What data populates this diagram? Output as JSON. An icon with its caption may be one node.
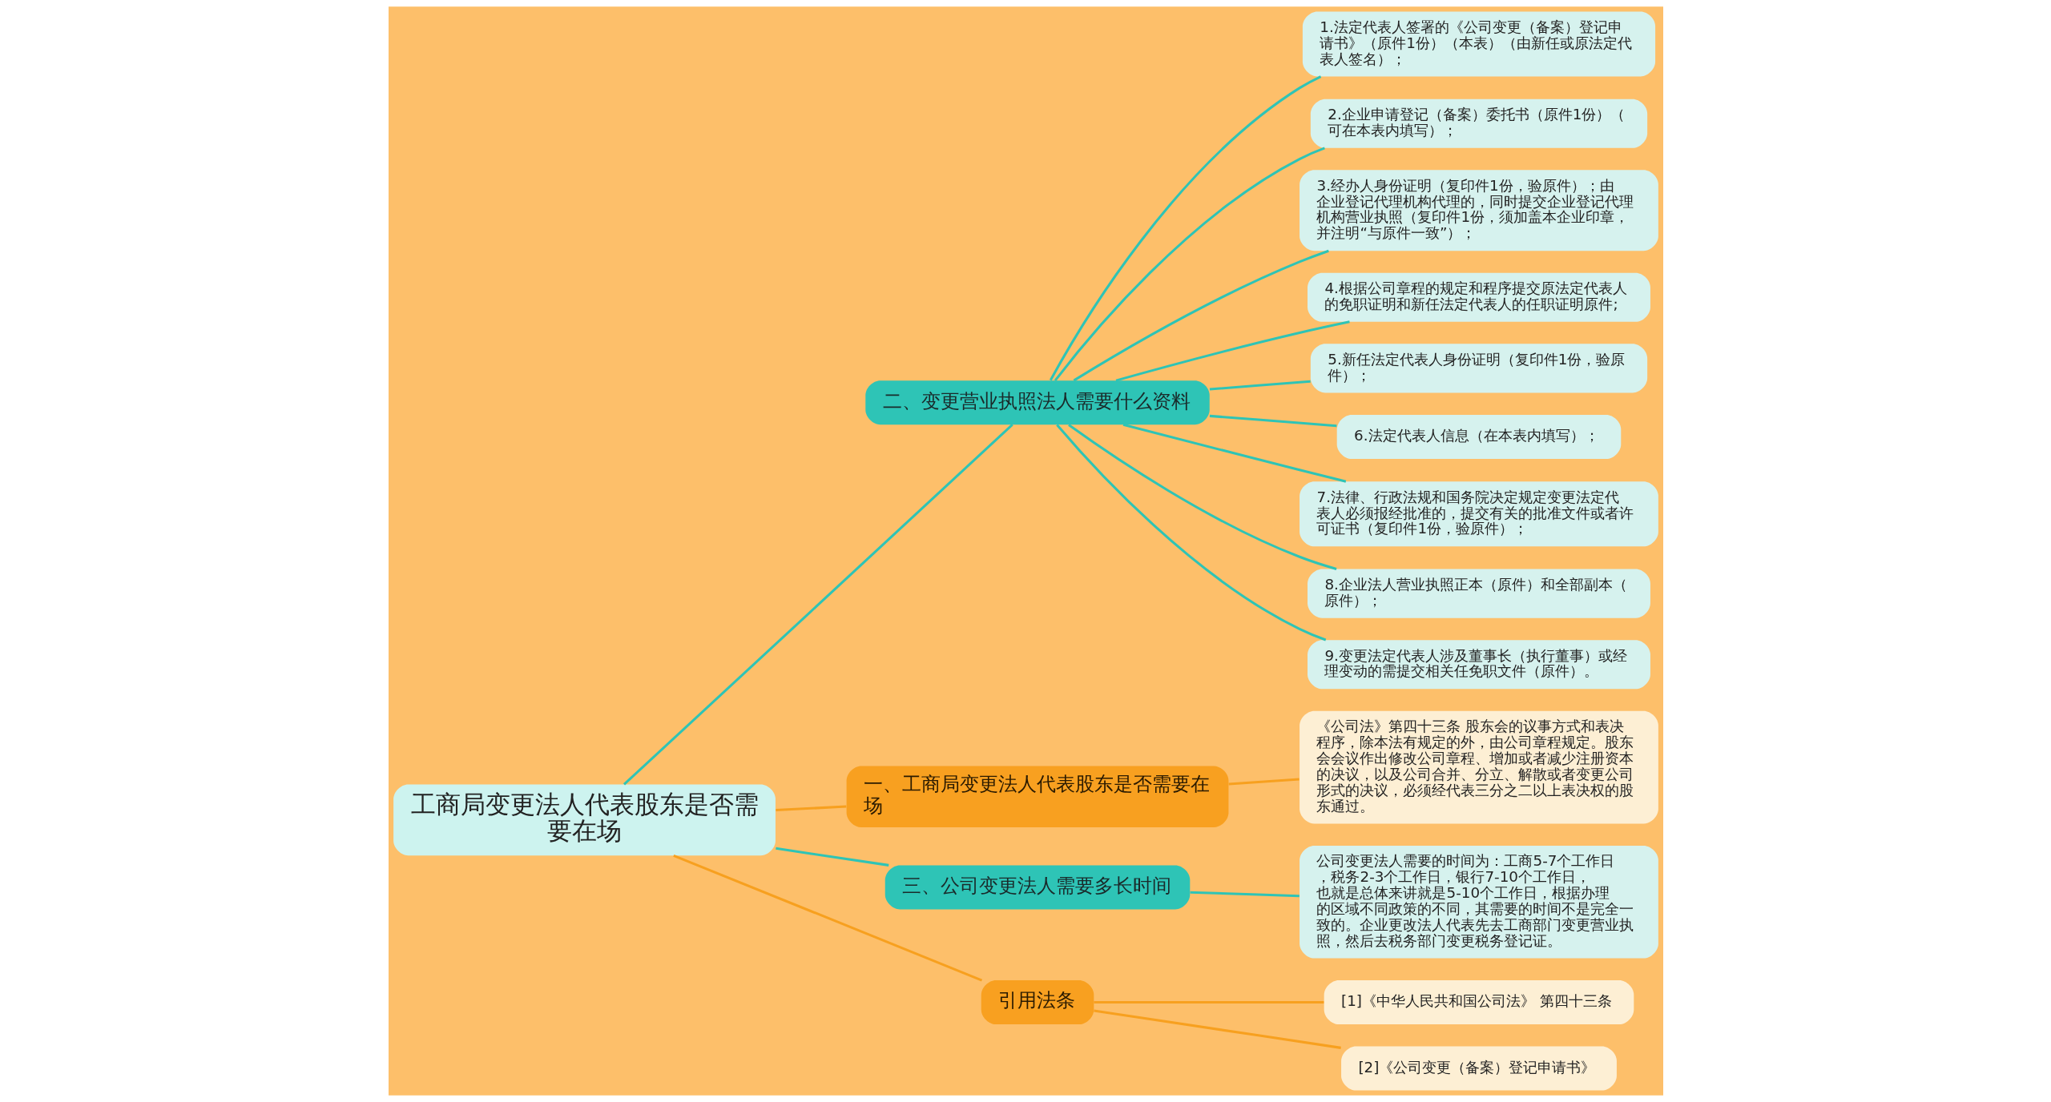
{
  "diagram": {
    "nodes": [
      {
        "text": [
          "工商局变更法人代表股东是否需要在场"
        ]
      },
      {
        "text": [
          "二、变更营业执照法人需要什么资料"
        ]
      },
      {
        "text": [
          "1.法定代表人签署的《公司变更（备案）登记申请书》（原件1份）（本表）（由新任或原法定代表人签名）；"
        ]
      },
      {
        "text": [
          "2.企业申请登记（备案）委托书（原件1份）（可在本表内填写）；"
        ]
      },
      {
        "text": [
          "3.经办人身份证明（复印件1份，验原件）；由企业登记代理机构代理的，同时提交企业登记代理机构营业执照（复印件1份，须加盖本企业印章，并注明“与原件一致”）；"
        ]
      },
      {
        "text": [
          "4.根据公司章程的规定和程序提交原法定代表人的免职证明和新任法定代表人的任职证明原件;"
        ]
      },
      {
        "text": [
          "5.新任法定代表人身份证明（复印件1份，验原件）；"
        ]
      },
      {
        "text": [
          "6.法定代表人信息（在本表内填写）；"
        ]
      },
      {
        "text": [
          "7.法律、行政法规和国务院决定规定变更法定代表人必须报经批准的，提交有关的批准文件或者许可证书（复印件1份，验原件）；"
        ]
      },
      {
        "text": [
          "8.企业法人营业执照正本（原件）和全部副本（原件）；"
        ]
      },
      {
        "text": [
          "9.变更法定代表人涉及董事长（执行董事）或经理变动的需提交相关任免职文件（原件）。"
        ]
      },
      {
        "text": [
          "一、工商局变更法人代表股东是否需要在场"
        ]
      },
      {
        "text": [
          "《公司法》第四十三条 股东会的议事方式和表决程序，除本法有规定的外，由公司章程规定。股东会会议作出修改公司章程、增加或者减少注册资本的决议，以及公司合并、分立、解散或者变更公司形式的决议，必须经代表三分之二以上表决权的股东通过。"
        ]
      },
      {
        "text": [
          "三、公司变更法人需要多长时间"
        ]
      },
      {
        "text": [
          "公司变更法人需要的时间为：工商5-7个工作日，税务2-3个工作日，银行7-10个工作日，也就是总体来讲就是5-10个工作日，根据办理的区域不同政策的不同，其需要的时间不是完全一致的。企业更改法人代表先去工商部门变更营业执照，然后去税务部门变更税务登记证。"
        ]
      },
      {
        "text": [
          "引用法条"
        ]
      },
      {
        "text": [
          "[1]《中华人民共和国公司法》 第四十三条"
        ]
      },
      {
        "text": [
          "[2]《公司变更（备案）登记申请书》"
        ]
      }
    ],
    "edges": [
      {
        "from": 0,
        "to": 1,
        "arrow": "none"
      },
      {
        "from": 1,
        "to": 2,
        "arrow": "none"
      },
      {
        "from": 1,
        "to": 3,
        "arrow": "none"
      },
      {
        "from": 1,
        "to": 4,
        "arrow": "none"
      },
      {
        "from": 1,
        "to": 5,
        "arrow": "none"
      },
      {
        "from": 1,
        "to": 6,
        "arrow": "none"
      },
      {
        "from": 1,
        "to": 7,
        "arrow": "none"
      },
      {
        "from": 1,
        "to": 8,
        "arrow": "none"
      },
      {
        "from": 1,
        "to": 9,
        "arrow": "none"
      },
      {
        "from": 1,
        "to": 10,
        "arrow": "none"
      },
      {
        "from": 0,
        "to": 11,
        "arrow": "none",
        "color": "#f7a01f"
      },
      {
        "from": 11,
        "to": 12,
        "arrow": "none",
        "color": "#f7a01f"
      },
      {
        "from": 0,
        "to": 13,
        "arrow": "none"
      },
      {
        "from": 13,
        "to": 14,
        "arrow": "none"
      },
      {
        "from": 0,
        "to": 15,
        "arrow": "none",
        "color": "#f7a01f"
      },
      {
        "from": 15,
        "to": 16,
        "arrow": "none",
        "color": "#f7a01f"
      },
      {
        "from": 15,
        "to": 17,
        "arrow": "none",
        "color": "#f7a01f"
      }
    ]
  }
}
